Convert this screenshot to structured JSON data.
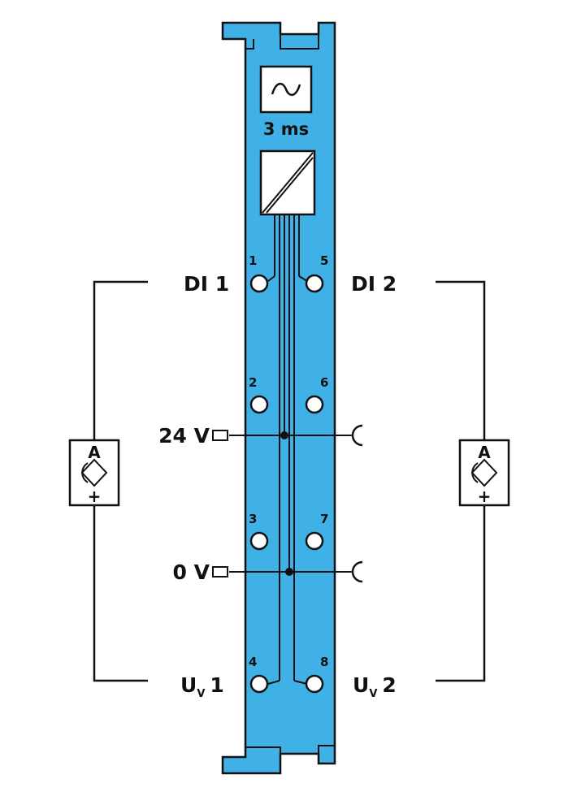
{
  "colors": {
    "module_fill": "#3fb1e6",
    "outline": "#111111",
    "paper": "#ffffff"
  },
  "icons": {
    "filter": "tilde-wave-icon",
    "isolation": "optocoupler-diagonal-icon",
    "sensor": "proximity-sensor-icon"
  },
  "module": {
    "filter_time": "3 ms"
  },
  "terminals": {
    "t1": "1",
    "t2": "2",
    "t3": "3",
    "t4": "4",
    "t5": "5",
    "t6": "6",
    "t7": "7",
    "t8": "8"
  },
  "signals": {
    "di1": "DI 1",
    "di2": "DI 2",
    "v24": "24 V",
    "v0": "0 V",
    "uv1_main": "U",
    "uv1_sub": "V",
    "uv1_num": "1",
    "uv2_main": "U",
    "uv2_sub": "V",
    "uv2_num": "2"
  },
  "sensors": {
    "left_top": "A",
    "left_bottom": "+",
    "right_top": "A",
    "right_bottom": "+"
  }
}
